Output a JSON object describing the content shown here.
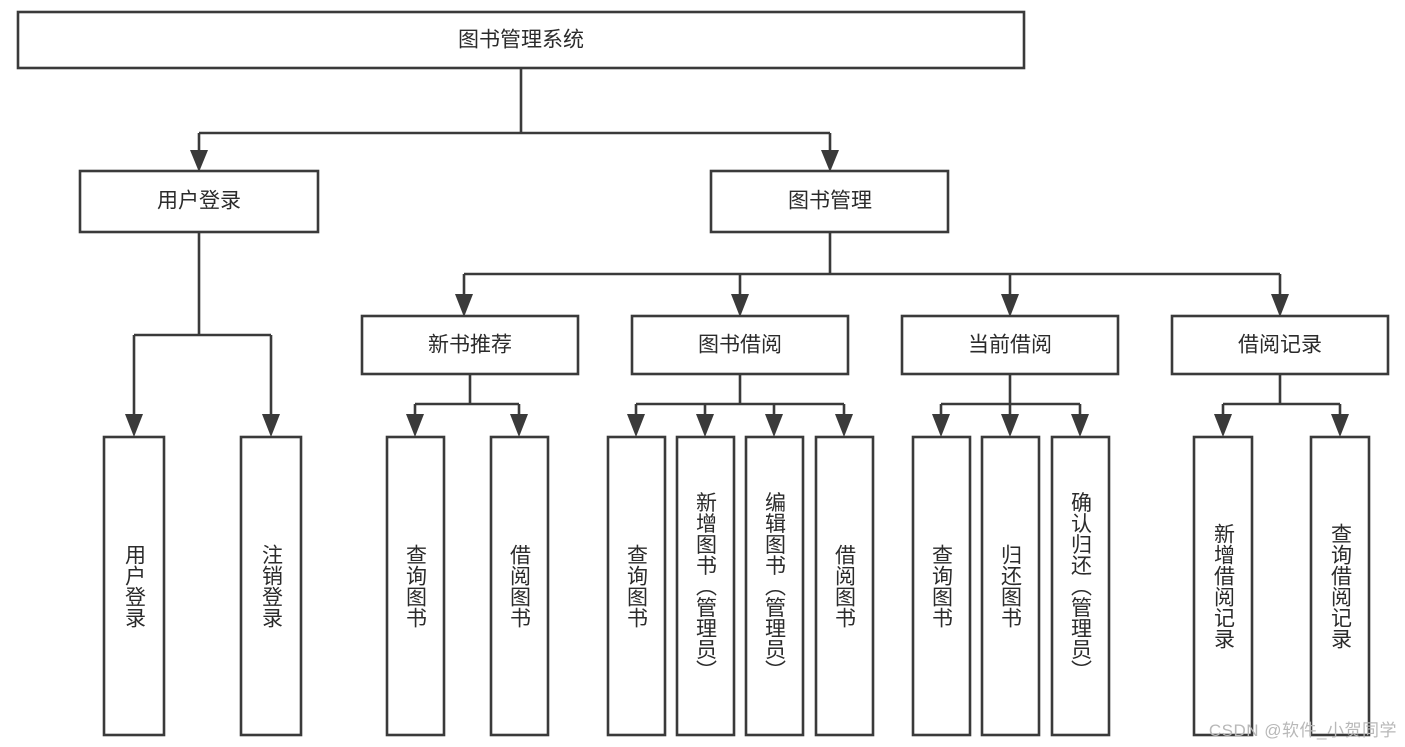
{
  "diagram": {
    "type": "tree-hierarchy",
    "title": "图书管理系统",
    "watermark": "CSDN @软件_小贺同学",
    "colors": {
      "stroke": "#3a3a3a",
      "fill": "#ffffff",
      "text": "#2b2b2b",
      "watermark": "#b8b8b8",
      "background": "#ffffff"
    },
    "levels": [
      {
        "level": 1,
        "nodes": [
          {
            "id": "root",
            "label": "图书管理系统",
            "orientation": "horizontal"
          }
        ]
      },
      {
        "level": 2,
        "nodes": [
          {
            "id": "login",
            "label": "用户登录",
            "orientation": "horizontal",
            "parent": "root"
          },
          {
            "id": "bookmgmt",
            "label": "图书管理",
            "orientation": "horizontal",
            "parent": "root"
          }
        ]
      },
      {
        "level": 3,
        "nodes": [
          {
            "id": "newbook",
            "label": "新书推荐",
            "orientation": "horizontal",
            "parent": "bookmgmt"
          },
          {
            "id": "borrow",
            "label": "图书借阅",
            "orientation": "horizontal",
            "parent": "bookmgmt"
          },
          {
            "id": "current",
            "label": "当前借阅",
            "orientation": "horizontal",
            "parent": "bookmgmt"
          },
          {
            "id": "records",
            "label": "借阅记录",
            "orientation": "horizontal",
            "parent": "bookmgmt"
          }
        ]
      },
      {
        "level": 4,
        "nodes": [
          {
            "id": "leaf-1",
            "label": "用户登录",
            "orientation": "vertical",
            "parent": "login"
          },
          {
            "id": "leaf-2",
            "label": "注销登录",
            "orientation": "vertical",
            "parent": "login"
          },
          {
            "id": "leaf-3",
            "label": "查询图书",
            "orientation": "vertical",
            "parent": "newbook"
          },
          {
            "id": "leaf-4",
            "label": "借阅图书",
            "orientation": "vertical",
            "parent": "newbook"
          },
          {
            "id": "leaf-5",
            "label": "查询图书",
            "orientation": "vertical",
            "parent": "borrow"
          },
          {
            "id": "leaf-6",
            "label": "新增图书（管理员）",
            "orientation": "vertical",
            "parent": "borrow"
          },
          {
            "id": "leaf-7",
            "label": "编辑图书（管理员）",
            "orientation": "vertical",
            "parent": "borrow"
          },
          {
            "id": "leaf-8",
            "label": "借阅图书",
            "orientation": "vertical",
            "parent": "borrow"
          },
          {
            "id": "leaf-9",
            "label": "查询图书",
            "orientation": "vertical",
            "parent": "current"
          },
          {
            "id": "leaf-10",
            "label": "归还图书",
            "orientation": "vertical",
            "parent": "current"
          },
          {
            "id": "leaf-11",
            "label": "确认归还（管理员）",
            "orientation": "vertical",
            "parent": "current"
          },
          {
            "id": "leaf-12",
            "label": "新增借阅记录",
            "orientation": "vertical",
            "parent": "records"
          },
          {
            "id": "leaf-13",
            "label": "查询借阅记录",
            "orientation": "vertical",
            "parent": "records"
          }
        ]
      }
    ]
  }
}
